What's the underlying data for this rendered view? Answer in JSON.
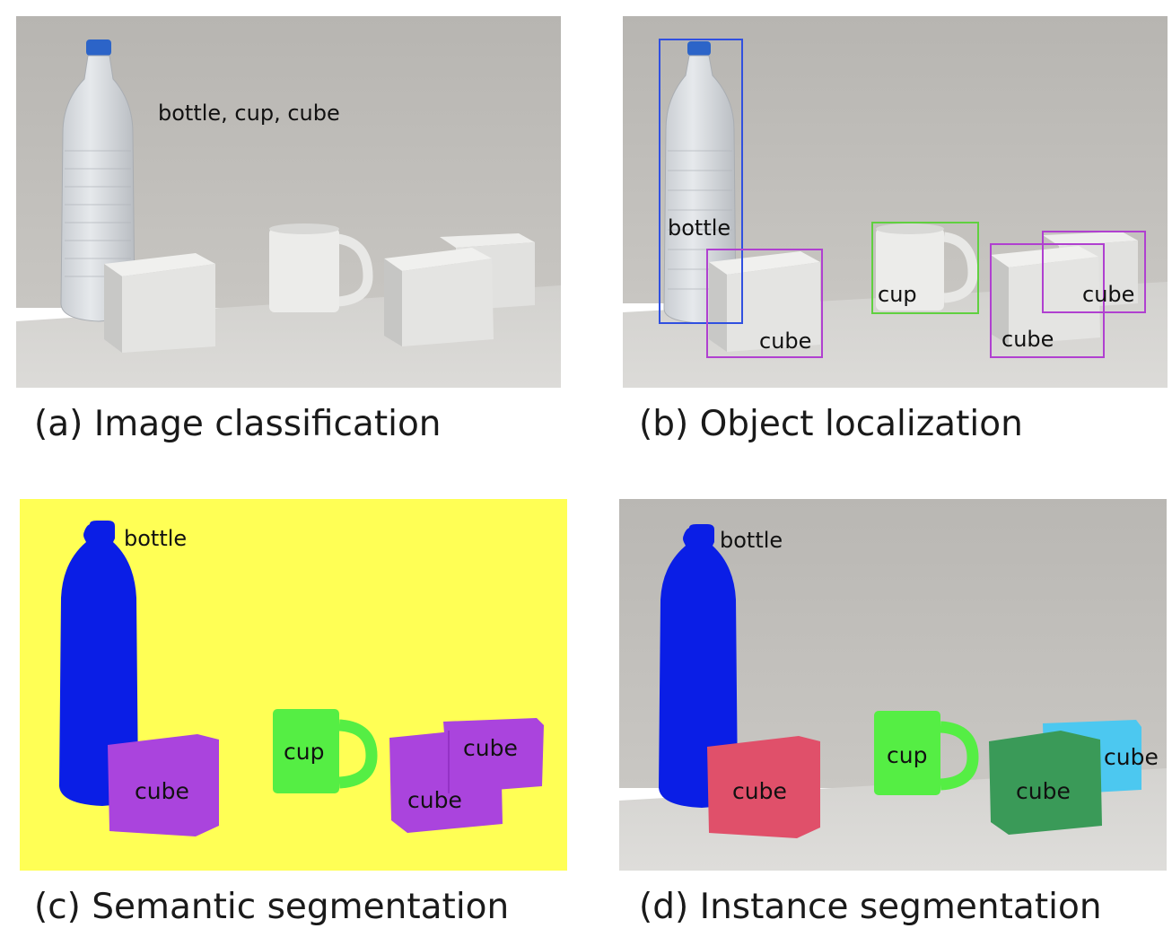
{
  "captions": {
    "a": "(a) Image classification",
    "b": "(b) Object localization",
    "c": "(c) Semantic segmentation",
    "d": "(d) Instance segmentation"
  },
  "labels": {
    "a_classes": "bottle, cup, cube",
    "b_bottle": "bottle",
    "b_cup": "cup",
    "b_cube_1": "cube",
    "b_cube_2": "cube",
    "b_cube_3": "cube",
    "c_bottle": "bottle",
    "c_cup": "cup",
    "c_cube_1": "cube",
    "c_cube_2": "cube",
    "c_cube_3": "cube",
    "d_bottle": "bottle",
    "d_cup": "cup",
    "d_cube_1": "cube",
    "d_cube_2": "cube",
    "d_cube_3": "cube"
  },
  "colors": {
    "wall": "#bcbab6",
    "table": "#d7d6d3",
    "bottle_box": "#3050e0",
    "cup_box": "#60d040",
    "cube_box": "#b040d0",
    "semantic_background": "#ffff55",
    "semantic_bottle": "#0a1ee6",
    "semantic_cup": "#55ee44",
    "semantic_cube": "#aa44dd",
    "instance_bottle": "#0a1ee6",
    "instance_cup": "#55ee44",
    "instance_cube_1": "#e0506a",
    "instance_cube_2": "#3a9a58",
    "instance_cube_3": "#4cc8f0"
  }
}
